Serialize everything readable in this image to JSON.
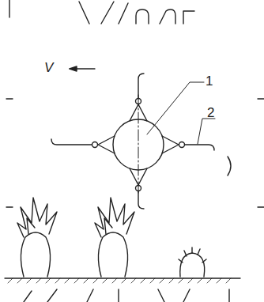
{
  "diagram": {
    "labels": [
      "V",
      "1",
      "2"
    ]
  }
}
